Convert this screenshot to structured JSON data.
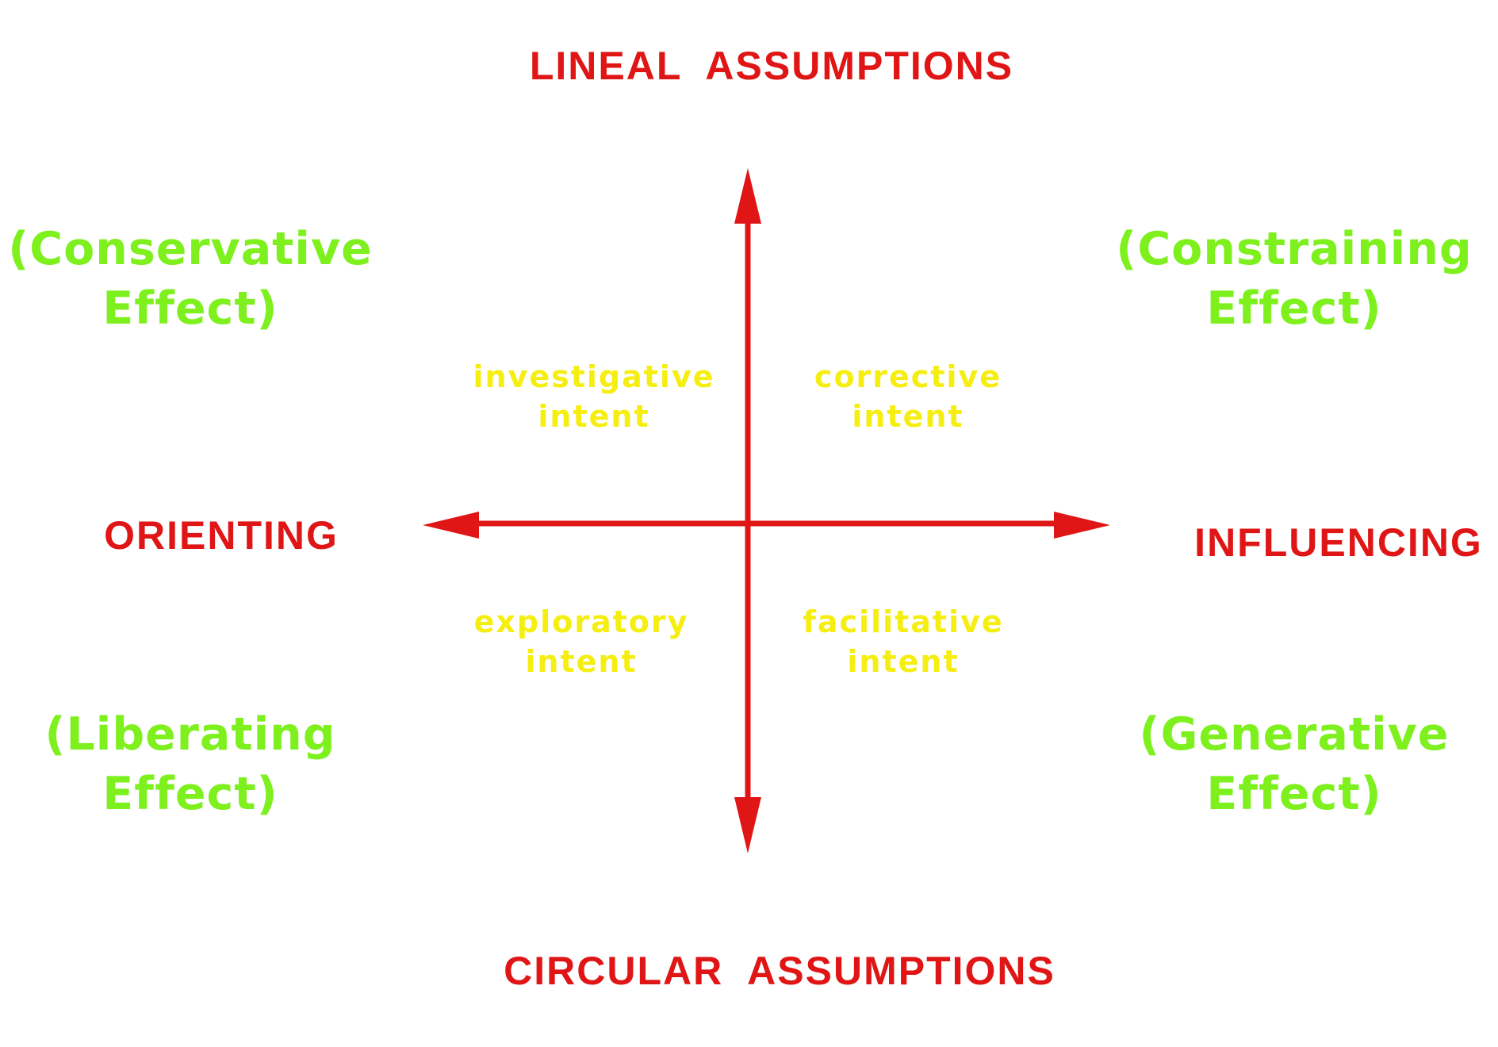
{
  "colors": {
    "axis": "#e01515",
    "effect": "#7df01e",
    "intent": "#f5ee10",
    "background": "#ffffff"
  },
  "axes": {
    "top": "LINEAL  ASSUMPTIONS",
    "bottom": "CIRCULAR  ASSUMPTIONS",
    "left": "ORIENTING",
    "right": "INFLUENCING"
  },
  "effects": {
    "top_left": [
      "(Conservative",
      "Effect)"
    ],
    "top_right": [
      "(Constraining",
      "Effect)"
    ],
    "bottom_left": [
      "(Liberating",
      "Effect)"
    ],
    "bottom_right": [
      "(Generative",
      "Effect)"
    ]
  },
  "intents": {
    "top_left": [
      "investigative",
      "intent"
    ],
    "top_right": [
      "corrective",
      "intent"
    ],
    "bottom_left": [
      "exploratory",
      "intent"
    ],
    "bottom_right": [
      "facilitative",
      "intent"
    ]
  }
}
